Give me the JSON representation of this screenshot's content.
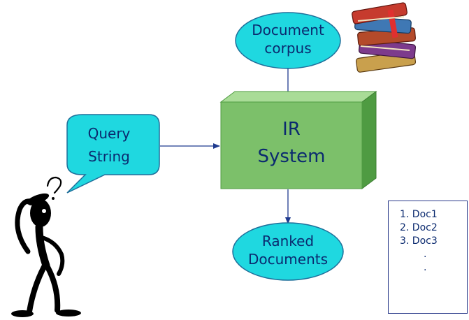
{
  "nodes": {
    "corpus": {
      "line1": "Document",
      "line2": "corpus"
    },
    "query": {
      "line1": "Query",
      "line2": "String"
    },
    "system": {
      "line1": "IR",
      "line2": "System"
    },
    "ranked": {
      "line1": "Ranked",
      "line2": "Documents"
    }
  },
  "result_list": {
    "items": [
      "1. Doc1",
      "2. Doc2",
      "3. Doc3"
    ],
    "ellipsis": [
      ".",
      "."
    ]
  },
  "colors": {
    "ellipse_fill": "#1fd8e0",
    "box_front": "#7cc06a",
    "box_top": "#a9dc97",
    "box_side": "#4f9b42",
    "text": "#0b2a6f",
    "arrow": "#1f3a8f"
  },
  "icons": [
    "books-icon",
    "thinking-person-icon"
  ]
}
